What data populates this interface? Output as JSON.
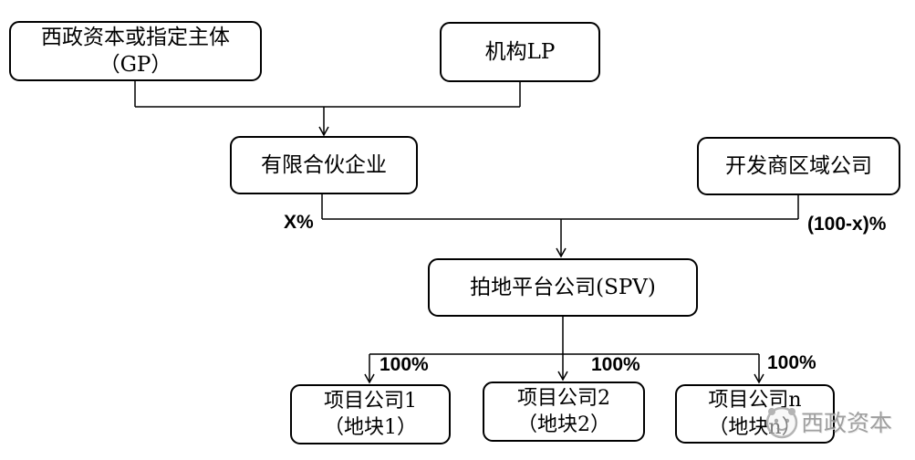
{
  "diagram": {
    "nodes": [
      {
        "id": "gp",
        "lines": [
          "西政资本或指定主体",
          "（GP）"
        ]
      },
      {
        "id": "lp",
        "lines": [
          "机构LP"
        ]
      },
      {
        "id": "partnership",
        "lines": [
          "有限合伙企业"
        ]
      },
      {
        "id": "developer",
        "lines": [
          "开发商区域公司"
        ]
      },
      {
        "id": "spv",
        "lines": [
          "拍地平台公司(SPV)"
        ]
      },
      {
        "id": "project1",
        "lines": [
          "项目公司1",
          "（地块1）"
        ]
      },
      {
        "id": "project2",
        "lines": [
          "项目公司2",
          "（地块2）"
        ]
      },
      {
        "id": "projectn",
        "lines": [
          "项目公司n",
          "（地块n）"
        ]
      }
    ],
    "edge_labels": {
      "x_share": "X%",
      "developer_share": "(100-x)%",
      "project_shares": [
        "100%",
        "100%",
        "100%"
      ]
    },
    "colors": {
      "line": "#000000",
      "box_border": "#000000",
      "box_fill": "#ffffff",
      "watermark": "#8f8f8f",
      "background": "#ffffff"
    }
  },
  "watermark": {
    "brand": "西政资本",
    "logo": "brand-logo-icon"
  }
}
